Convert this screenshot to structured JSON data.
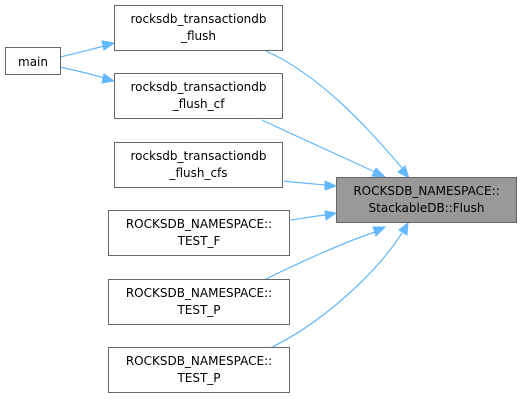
{
  "nodes": {
    "main": {
      "lines": [
        "main"
      ]
    },
    "flush": {
      "lines": [
        "rocksdb_transactiondb",
        "_flush"
      ]
    },
    "flush_cf": {
      "lines": [
        "rocksdb_transactiondb",
        "_flush_cf"
      ]
    },
    "flush_cfs": {
      "lines": [
        "rocksdb_transactiondb",
        "_flush_cfs"
      ]
    },
    "test_f": {
      "lines": [
        "ROCKSDB_NAMESPACE::",
        "TEST_F"
      ]
    },
    "test_p1": {
      "lines": [
        "ROCKSDB_NAMESPACE::",
        "TEST_P"
      ]
    },
    "test_p2": {
      "lines": [
        "ROCKSDB_NAMESPACE::",
        "TEST_P"
      ]
    },
    "target": {
      "lines": [
        "ROCKSDB_NAMESPACE::",
        "StackableDB::Flush"
      ]
    }
  },
  "colors": {
    "edge": "#63b8ff",
    "node_border": "#666666",
    "target_fill": "#999999"
  }
}
